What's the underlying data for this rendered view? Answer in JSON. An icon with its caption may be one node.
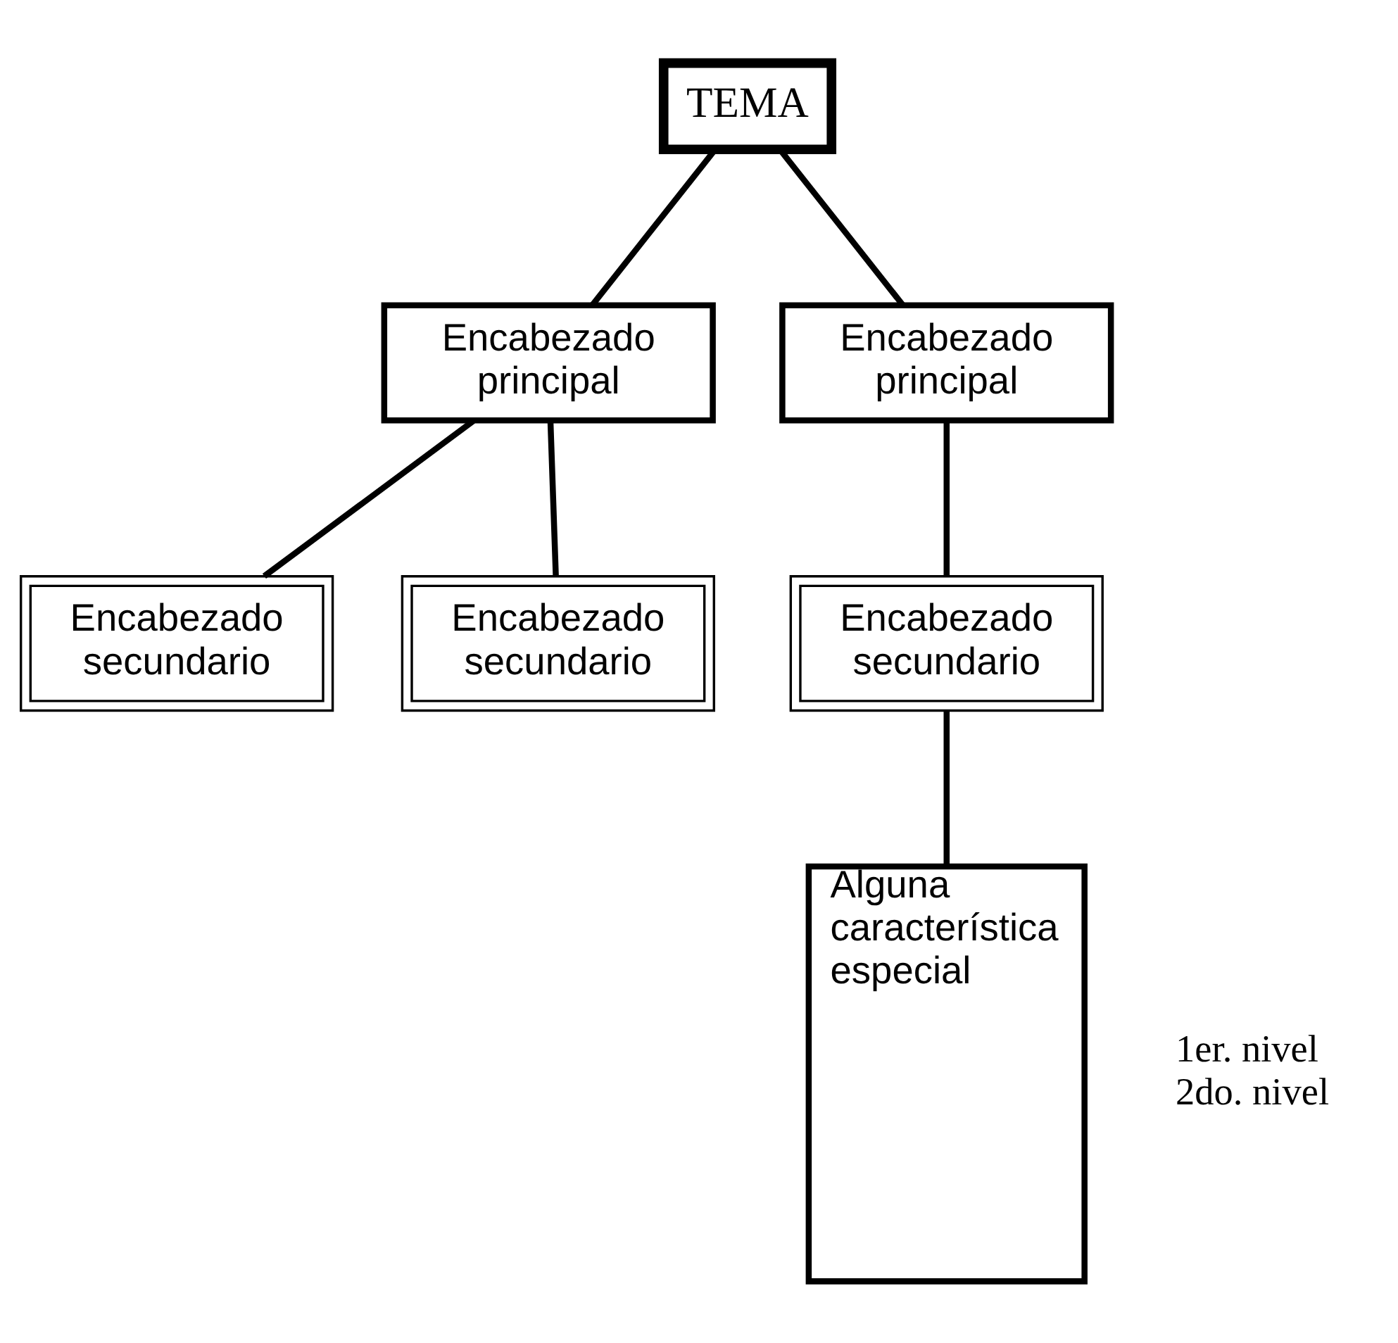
{
  "diagram": {
    "nodes": [
      {
        "text": [
          "TEMA"
        ]
      },
      {
        "text": [
          "Encabezado principal"
        ]
      },
      {
        "text": [
          "Encabezado principal"
        ]
      },
      {
        "text": [
          "Encabezado secundario"
        ]
      },
      {
        "text": [
          "Encabezado secundario"
        ]
      },
      {
        "text": [
          "Encabezado secundario"
        ]
      },
      {
        "text": [
          "Alguna característica especial"
        ]
      }
    ],
    "edges": [
      {
        "from": 0,
        "to": 1,
        "arrow": "none"
      },
      {
        "from": 0,
        "to": 2,
        "arrow": "none"
      },
      {
        "from": 1,
        "to": 3,
        "arrow": "none"
      },
      {
        "from": 1,
        "to": 4,
        "arrow": "none"
      },
      {
        "from": 2,
        "to": 5,
        "arrow": "none"
      },
      {
        "from": 5,
        "to": 6,
        "arrow": "none"
      }
    ],
    "labels": [
      "1er. nivel",
      "2do. nivel"
    ]
  }
}
